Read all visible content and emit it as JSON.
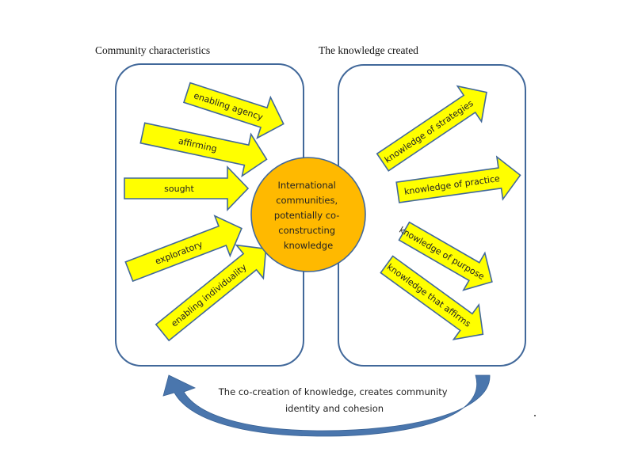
{
  "headings": {
    "left": "Community characteristics",
    "right": "The knowledge created"
  },
  "center": {
    "lines": [
      "International",
      "communities,",
      "potentially co-",
      "constructing",
      "knowledge"
    ]
  },
  "left_panel": {
    "arrows": [
      {
        "label": "enabling agency",
        "direction": "inward"
      },
      {
        "label": "affirming",
        "direction": "inward"
      },
      {
        "label": "sought",
        "direction": "inward"
      },
      {
        "label": "exploratory",
        "direction": "inward"
      },
      {
        "label": "enabling individuality",
        "direction": "inward"
      }
    ]
  },
  "right_panel": {
    "arrows": [
      {
        "label": "knowledge of strategies",
        "direction": "outward"
      },
      {
        "label": "knowledge of practice",
        "direction": "outward"
      },
      {
        "label": "knowledge of purpose",
        "direction": "outward"
      },
      {
        "label": "knowledge that affirms",
        "direction": "outward"
      }
    ]
  },
  "cycle": {
    "lines": [
      "The co-creation of knowledge, creates community",
      "identity and cohesion"
    ]
  },
  "colors": {
    "arrow_fill": "#ffff00",
    "outline": "#41689a",
    "center_fill": "#ffb900",
    "cycle_arrow": "#4a76ad"
  }
}
